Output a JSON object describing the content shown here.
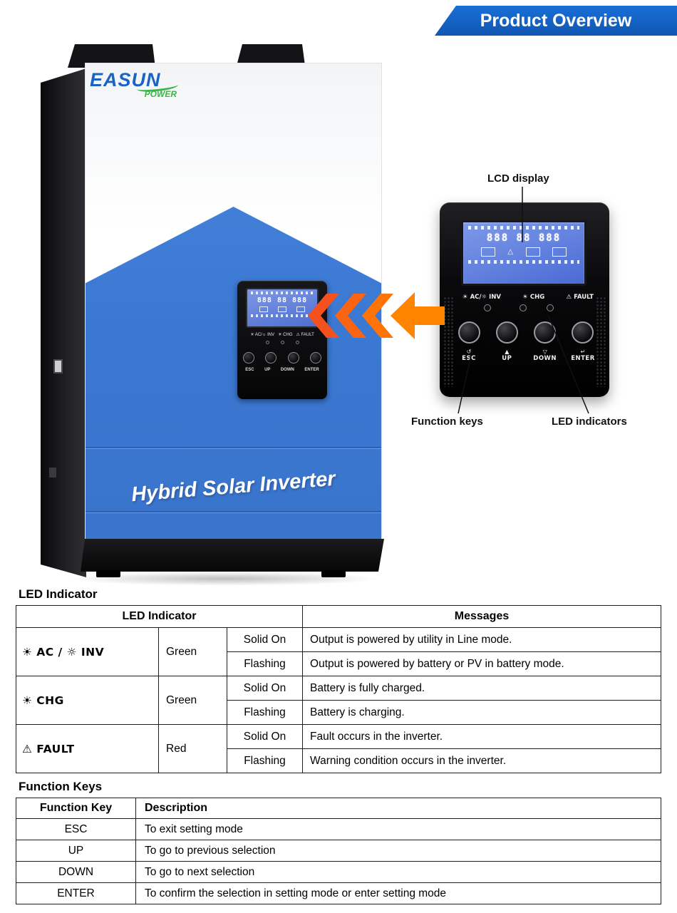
{
  "banner": {
    "title": "Product Overview"
  },
  "brand": {
    "name": "EASUN",
    "sub": "POWER"
  },
  "product": {
    "name": "Hybrid Solar Inverter"
  },
  "callouts": {
    "lcd": "LCD display",
    "function_keys": "Function keys",
    "led_indicators": "LED indicators"
  },
  "panel": {
    "lcd_digits": "888 88 888",
    "leds": [
      "☀ AC/☼ INV",
      "☀ CHG",
      "⚠ FAULT"
    ],
    "keys": [
      {
        "symbol": "↺",
        "label": "ESC"
      },
      {
        "symbol": "▲",
        "label": "UP"
      },
      {
        "symbol": "▽",
        "label": "DOWN"
      },
      {
        "symbol": "↵",
        "label": "ENTER"
      }
    ]
  },
  "led_section": {
    "heading": "LED Indicator",
    "header_left": "LED Indicator",
    "header_right": "Messages",
    "groups": [
      {
        "indicator": "☀ AC / ☼ INV",
        "color": "Green",
        "state1": "Solid On",
        "msg1": "Output is powered by utility in Line mode.",
        "state2": "Flashing",
        "msg2": "Output is powered by battery or PV in battery mode."
      },
      {
        "indicator": "☀ CHG",
        "color": "Green",
        "state1": "Solid On",
        "msg1": "Battery is fully charged.",
        "state2": "Flashing",
        "msg2": "Battery is charging."
      },
      {
        "indicator": "⚠ FAULT",
        "color": "Red",
        "state1": "Solid On",
        "msg1": "Fault occurs in the inverter.",
        "state2": "Flashing",
        "msg2": "Warning condition occurs in the inverter."
      }
    ]
  },
  "function_section": {
    "heading": "Function Keys",
    "header_key": "Function Key",
    "header_desc": "Description",
    "rows": [
      {
        "key": "ESC",
        "description": "To exit setting mode"
      },
      {
        "key": "UP",
        "description": "To go to previous selection"
      },
      {
        "key": "DOWN",
        "description": "To go to next selection"
      },
      {
        "key": "ENTER",
        "description": "To confirm the selection in setting mode or enter setting mode"
      }
    ]
  },
  "colors": {
    "banner_blue": "#1565c8",
    "product_blue": "#3f7dd8",
    "arrow_orange": "#ff6a00",
    "lcd_blue": "#5b7ee0",
    "logo_green": "#3db549"
  }
}
